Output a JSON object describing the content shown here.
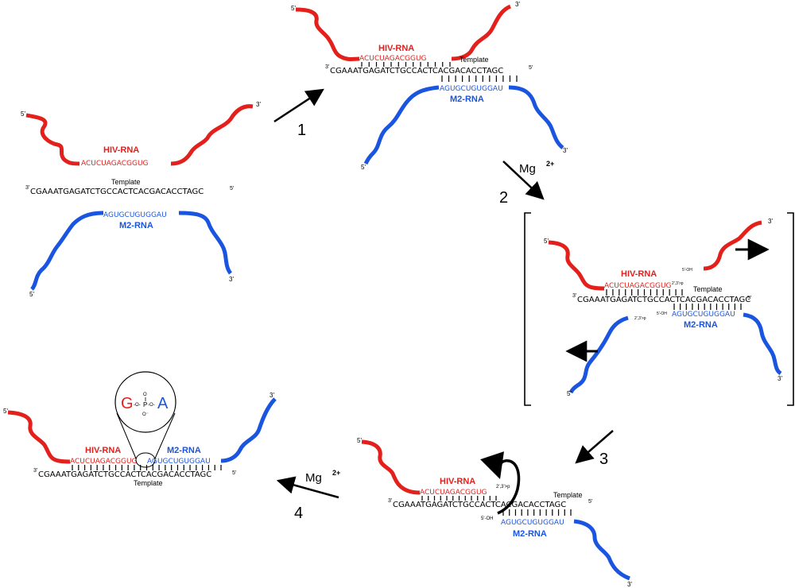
{
  "labels": {
    "hiv": "HIV-RNA",
    "m2": "M2-RNA",
    "template": "Template",
    "hiv_seq": "ACUCUAGACGGUG",
    "m2_seq": "AGUGCUGUGGAU",
    "template_seq": "CGAAATGAGATCTGCCACTCACGACACCTAGC",
    "five": "5'",
    "three": "3'",
    "oh": "5'-OH",
    "cyclic": "2',3'>p",
    "mg": "Mg",
    "mg_charge": "2+",
    "ligation": {
      "g": "G",
      "o1": "-O-",
      "p": "P",
      "o2": "-O-",
      "a": "A",
      "o_top": "O",
      "o_bot": "O⁻"
    }
  },
  "steps": [
    "1",
    "2",
    "3",
    "4"
  ],
  "colors": {
    "hiv": "#e3201b",
    "m2": "#1a55e0",
    "template": "#000000",
    "hiv_label": "#e3201b",
    "m2_label": "#1a55e0"
  }
}
